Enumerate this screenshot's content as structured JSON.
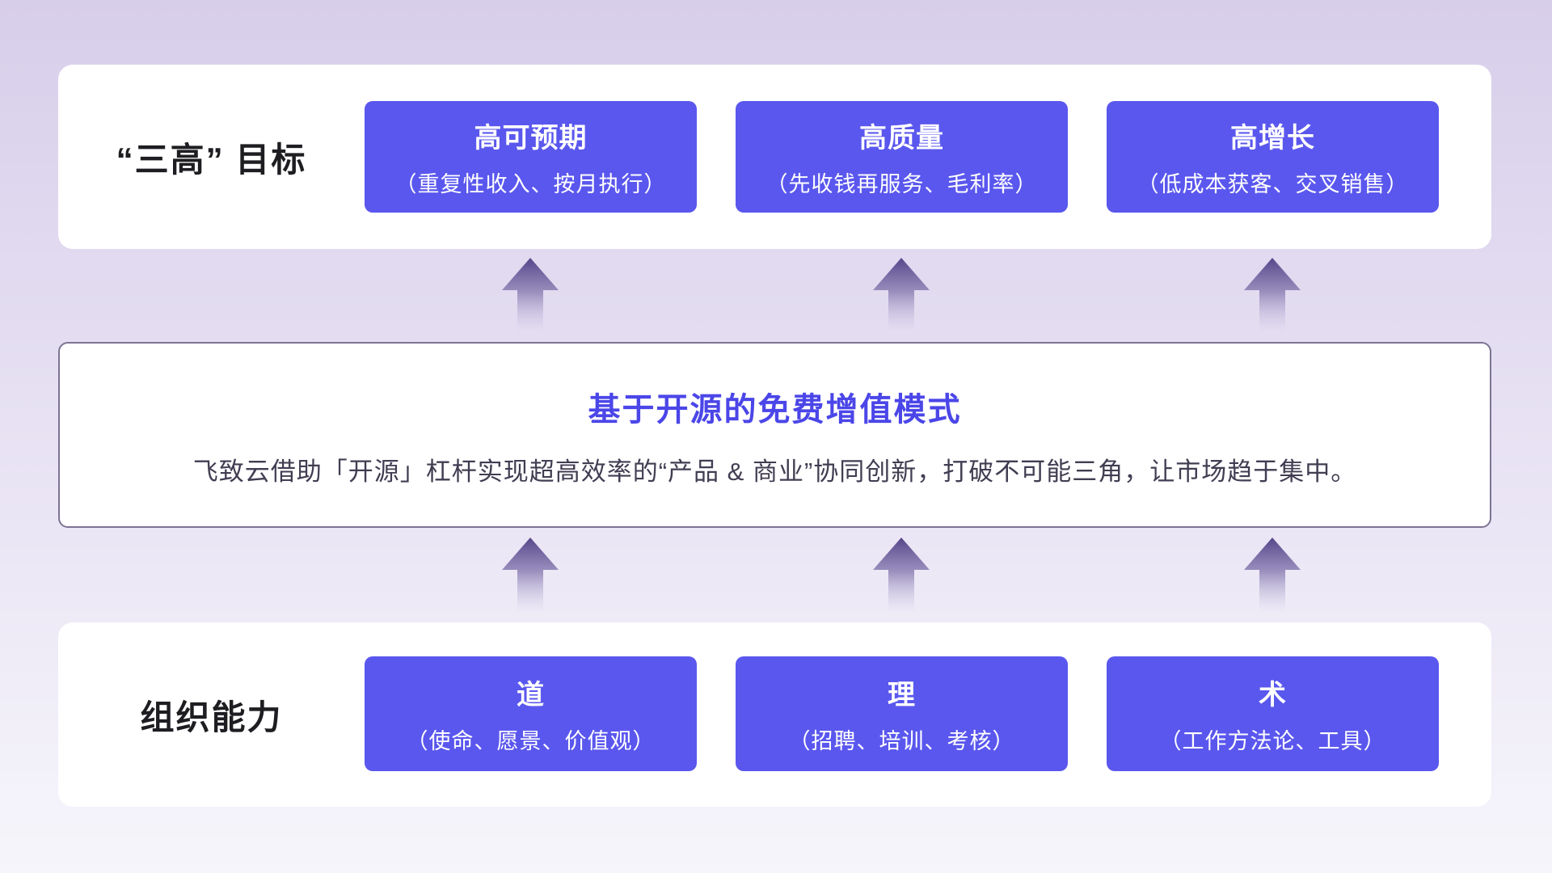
{
  "colors": {
    "box_purple": "#5a57ee",
    "title_purple": "#4b46e8",
    "subtitle_dark": "#423d52",
    "label_dark": "#1e1e22",
    "arrow_purple": "#55468a",
    "card_border": "#7d7494",
    "bg_top": "#d7ceea",
    "bg_bottom": "#f6f5fb"
  },
  "top_section": {
    "label": "“三高” 目标",
    "boxes": [
      {
        "title": "高可预期",
        "subtitle": "（重复性收入、按月执行）"
      },
      {
        "title": "高质量",
        "subtitle": "（先收钱再服务、毛利率）"
      },
      {
        "title": "高增长",
        "subtitle": "（低成本获客、交叉销售）"
      }
    ]
  },
  "middle_section": {
    "title": "基于开源的免费增值模式",
    "description": "飞致云借助「开源」杠杆实现超高效率的“产品 & 商业”协同创新，打破不可能三角，让市场趋于集中。"
  },
  "bottom_section": {
    "label": "组织能力",
    "boxes": [
      {
        "title": "道",
        "subtitle": "（使命、愿景、价值观）"
      },
      {
        "title": "理",
        "subtitle": "（招聘、培训、考核）"
      },
      {
        "title": "术",
        "subtitle": "（工作方法论、工具）"
      }
    ]
  },
  "icons": {
    "arrow_up": "arrow-up-icon"
  }
}
